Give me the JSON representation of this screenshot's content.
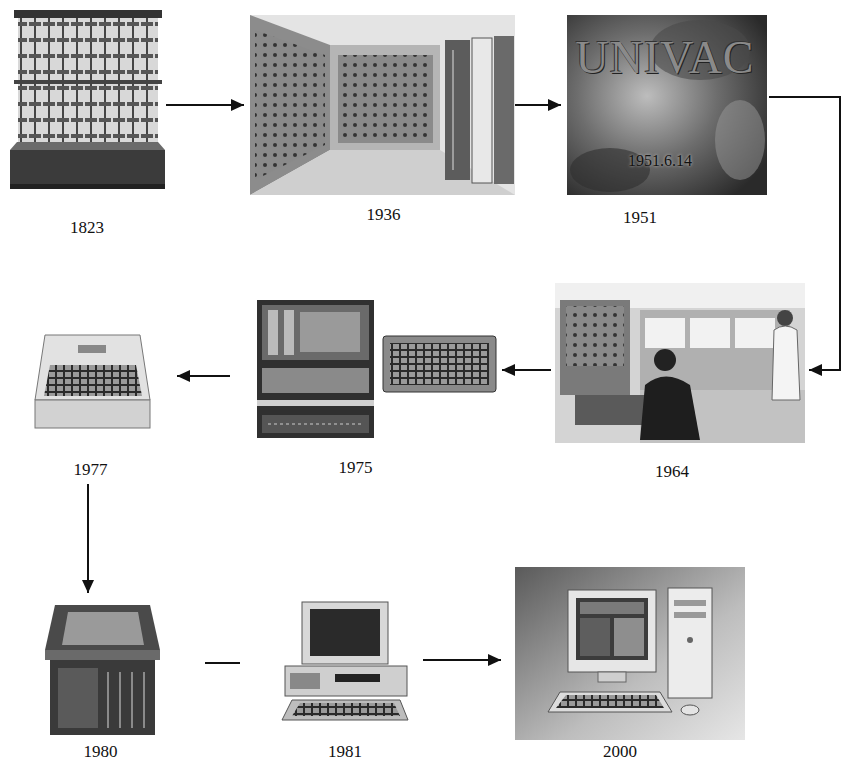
{
  "diagram": {
    "nodes": [
      {
        "text": [
          "1823"
        ]
      },
      {
        "text": [
          "1936"
        ]
      },
      {
        "text": [
          "UNIVAC",
          "1951.6.14",
          "1951"
        ]
      },
      {
        "text": [
          "1964"
        ]
      },
      {
        "text": [
          "1975"
        ]
      },
      {
        "text": [
          "1977"
        ]
      },
      {
        "text": [
          "1980"
        ]
      },
      {
        "text": [
          "1981"
        ]
      },
      {
        "text": [
          "2000"
        ]
      }
    ],
    "edges": [
      {
        "from": 0,
        "to": 1,
        "arrow": "to"
      },
      {
        "from": 1,
        "to": 2,
        "arrow": "to"
      },
      {
        "from": 2,
        "to": 3,
        "arrow": "to"
      },
      {
        "from": 3,
        "to": 4,
        "arrow": "to"
      },
      {
        "from": 4,
        "to": 5,
        "arrow": "to"
      },
      {
        "from": 5,
        "to": 6,
        "arrow": "to"
      },
      {
        "from": 6,
        "to": 7,
        "arrow": "none"
      },
      {
        "from": 7,
        "to": 8,
        "arrow": "to"
      }
    ]
  }
}
